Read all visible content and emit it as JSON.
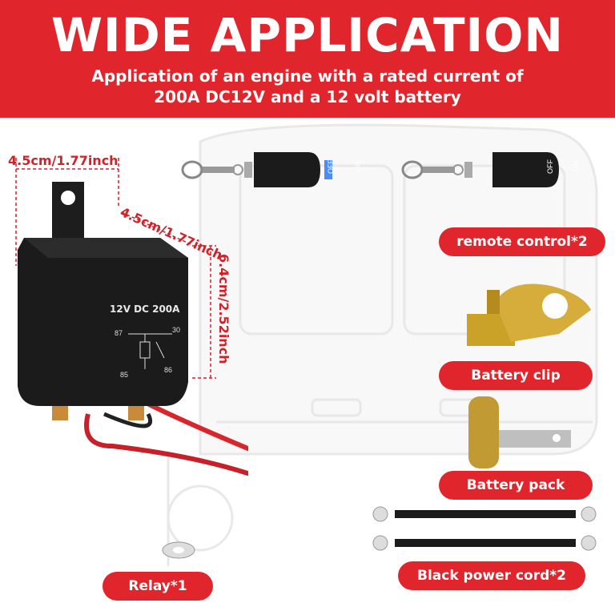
{
  "header": {
    "title": "WIDE APPLICATION",
    "subtitle_line1": "Application of an engine with a rated current of",
    "subtitle_line2": "200A DC12V and a 12 volt battery"
  },
  "dimensions": {
    "width": "4.5cm/1.77inch",
    "depth": "4.5cm/1.77inch",
    "height": "6.4cm/2.52inch"
  },
  "relay": {
    "rating_label": "12V DC 200A",
    "pin_87": "87",
    "pin_30": "30",
    "pin_85": "85",
    "pin_86": "86"
  },
  "remote": {
    "off_label": "OFF",
    "on_label": "ON"
  },
  "labels": {
    "remote_control": "remote control*2",
    "battery_clip": "Battery clip",
    "battery_pack": "Battery pack",
    "black_power_cord": "Black power cord*2",
    "relay": "Relay*1"
  },
  "colors": {
    "brand_red": "#e0262c",
    "dimension_red": "#d1222a"
  }
}
